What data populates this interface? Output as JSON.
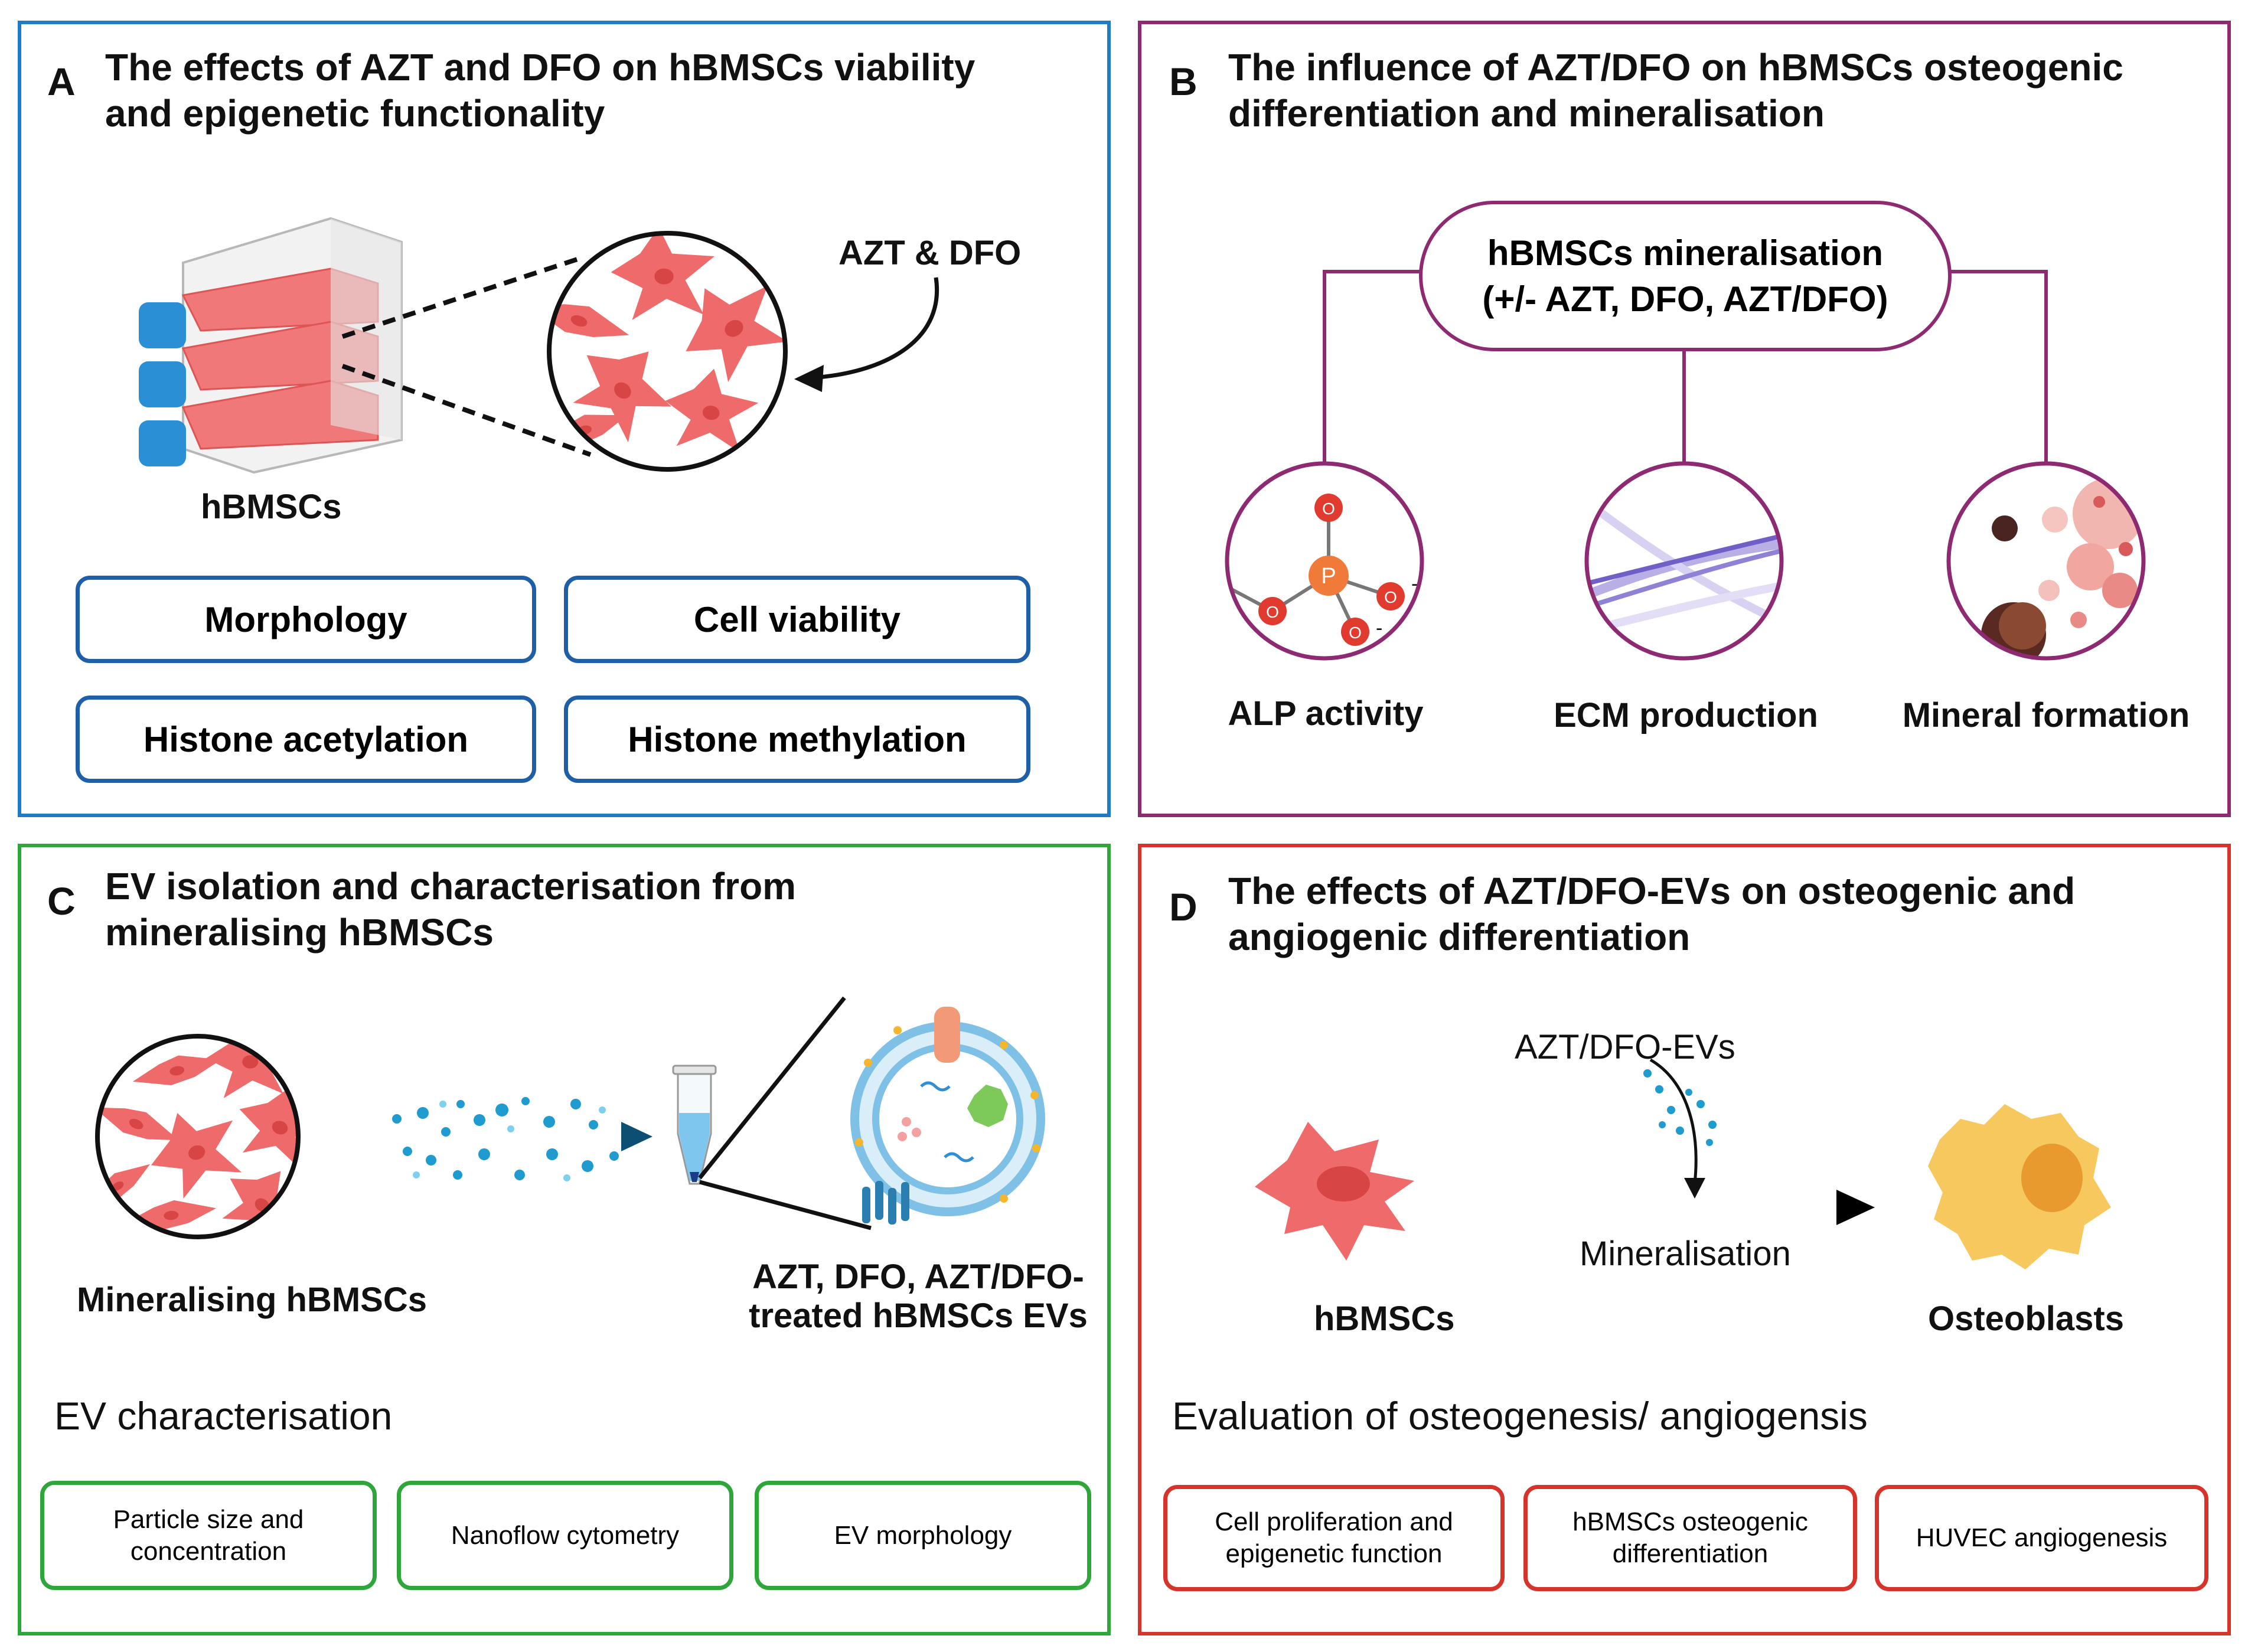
{
  "colors": {
    "panel_a": "#1f7bc4",
    "panel_b": "#8e2a72",
    "panel_c": "#2ea63a",
    "panel_d": "#d6332a",
    "cell": "#ef6a6a",
    "osteoblast": "#f7c85e",
    "flask_cap": "#2b8fd6"
  },
  "panel_a": {
    "letter": "A",
    "title": "The effects of AZT and DFO on hBMSCs viability and epigenetic functionality",
    "treatment_label": "AZT & DFO",
    "flask_label": "hBMSCs",
    "boxes": [
      "Morphology",
      "Cell viability",
      "Histone acetylation",
      "Histone methylation"
    ],
    "icons": [
      "culture-flask-icon",
      "cell-culture-zoom-icon",
      "curved-arrow-icon"
    ]
  },
  "panel_b": {
    "letter": "B",
    "title": "The influence of AZT/DFO on hBMSCs osteogenic differentiation and mineralisation",
    "center_line1": "hBMSCs mineralisation",
    "center_line2": "(+/- AZT, DFO, AZT/DFO)",
    "outputs": [
      "ALP activity",
      "ECM production",
      "Mineral formation"
    ],
    "phosphate_center": "P",
    "phosphate_oxygen": "O",
    "phosphate_charge": "-",
    "icons": [
      "phosphate-molecule-icon",
      "collagen-fiber-icon",
      "mineral-nodule-icon"
    ]
  },
  "panel_c": {
    "letter": "C",
    "title": "EV isolation and characterisation from mineralising hBMSCs",
    "source_label": "Mineralising hBMSCs",
    "ev_label_line1": "AZT, DFO, AZT/DFO-",
    "ev_label_line2": "treated hBMSCs EVs",
    "section_heading": "EV characterisation",
    "boxes": [
      [
        "Particle size and",
        "concentration"
      ],
      [
        "Nanoflow cytometry"
      ],
      [
        "EV morphology"
      ]
    ],
    "icons": [
      "cell-culture-icon",
      "ev-release-arrow-icon",
      "tube-icon",
      "extracellular-vesicle-icon"
    ]
  },
  "panel_d": {
    "letter": "D",
    "title": "The effects of AZT/DFO-EVs on osteogenic and angiogenic differentiation",
    "ev_label": "AZT/DFO-EVs",
    "process_label": "Mineralisation",
    "from_label": "hBMSCs",
    "to_label": "Osteoblasts",
    "section_heading": "Evaluation of osteogenesis/ angiogensis",
    "boxes": [
      [
        "Cell proliferation and",
        "epigenetic function"
      ],
      [
        "hBMSCs osteogenic",
        "differentiation"
      ],
      [
        "HUVEC angiogenesis"
      ]
    ],
    "icons": [
      "stem-cell-icon",
      "osteoblast-icon",
      "differentiation-arrow-icon"
    ]
  }
}
